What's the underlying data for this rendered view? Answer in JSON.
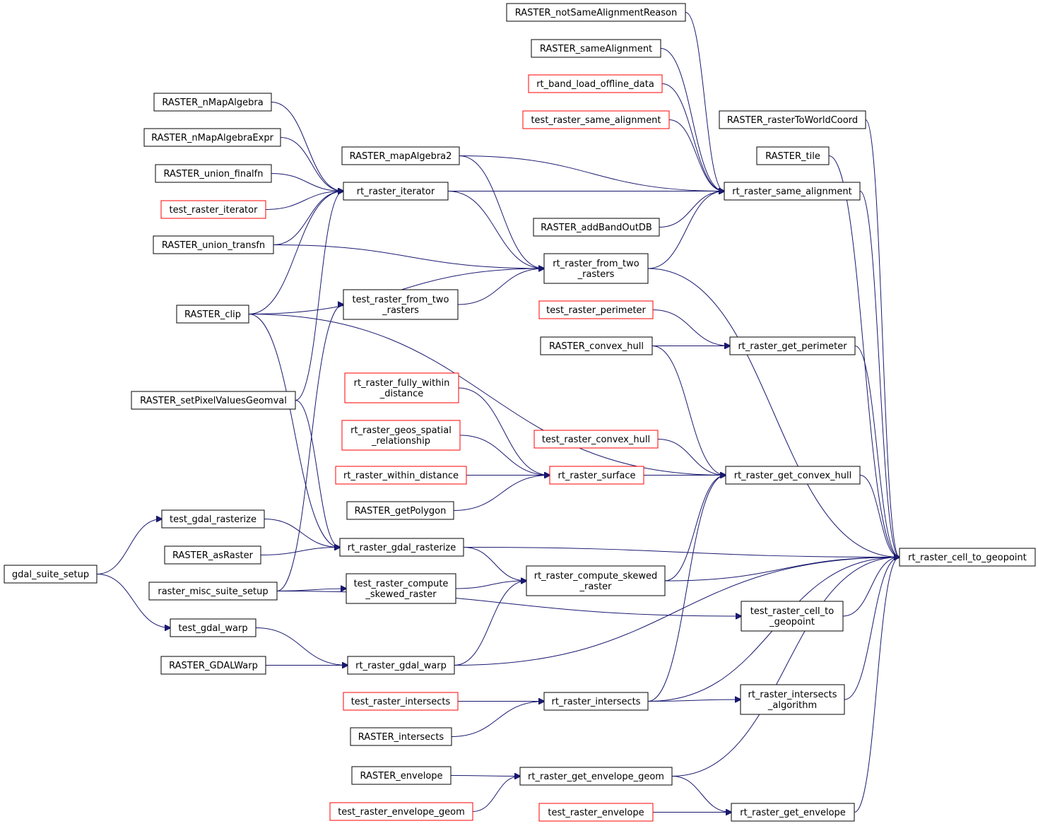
{
  "colors": {
    "edge": "#191970",
    "border_default": "#000000",
    "border_undocumented": "#ff0000",
    "root_fill": "#bfbfbf"
  },
  "nodes": {
    "root": {
      "label": [
        "rt_raster_cell_to_geopoint"
      ],
      "kind": "root"
    },
    "nsar": {
      "label": [
        "RASTER_notSameAlignmentReason"
      ],
      "kind": "black"
    },
    "rsa": {
      "label": [
        "RASTER_sameAlignment"
      ],
      "kind": "black"
    },
    "blod": {
      "label": [
        "rt_band_load_offline_data"
      ],
      "kind": "red"
    },
    "trsa": {
      "label": [
        "test_raster_same_alignment"
      ],
      "kind": "red"
    },
    "rtwc": {
      "label": [
        "RASTER_rasterToWorldCoord"
      ],
      "kind": "black"
    },
    "rtile": {
      "label": [
        "RASTER_tile"
      ],
      "kind": "black"
    },
    "rnma": {
      "label": [
        "RASTER_nMapAlgebra"
      ],
      "kind": "black"
    },
    "rnmae": {
      "label": [
        "RASTER_nMapAlgebraExpr"
      ],
      "kind": "black"
    },
    "rmap2": {
      "label": [
        "RASTER_mapAlgebra2"
      ],
      "kind": "black"
    },
    "ruf": {
      "label": [
        "RASTER_union_finalfn"
      ],
      "kind": "black"
    },
    "rit": {
      "label": [
        "rt_raster_iterator"
      ],
      "kind": "black"
    },
    "rsame": {
      "label": [
        "rt_raster_same_alignment"
      ],
      "kind": "black"
    },
    "tri": {
      "label": [
        "test_raster_iterator"
      ],
      "kind": "red"
    },
    "rabo": {
      "label": [
        "RASTER_addBandOutDB"
      ],
      "kind": "black"
    },
    "rut": {
      "label": [
        "RASTER_union_transfn"
      ],
      "kind": "black"
    },
    "rftr": {
      "label": [
        "rt_raster_from_two",
        "_rasters"
      ],
      "kind": "black"
    },
    "trftr": {
      "label": [
        "test_raster_from_two",
        "_rasters"
      ],
      "kind": "black"
    },
    "rclip": {
      "label": [
        "RASTER_clip"
      ],
      "kind": "black"
    },
    "trp": {
      "label": [
        "test_raster_perimeter"
      ],
      "kind": "red"
    },
    "rch": {
      "label": [
        "RASTER_convex_hull"
      ],
      "kind": "black"
    },
    "rgp": {
      "label": [
        "rt_raster_get_perimeter"
      ],
      "kind": "black"
    },
    "rfwd": {
      "label": [
        "rt_raster_fully_within",
        "_distance"
      ],
      "kind": "red"
    },
    "rspv": {
      "label": [
        "RASTER_setPixelValuesGeomval"
      ],
      "kind": "black"
    },
    "rgsr": {
      "label": [
        "rt_raster_geos_spatial",
        "_relationship"
      ],
      "kind": "red"
    },
    "trch": {
      "label": [
        "test_raster_convex_hull"
      ],
      "kind": "red"
    },
    "rwd": {
      "label": [
        "rt_raster_within_distance"
      ],
      "kind": "red"
    },
    "rsurf": {
      "label": [
        "rt_raster_surface"
      ],
      "kind": "red"
    },
    "rgch": {
      "label": [
        "rt_raster_get_convex_hull"
      ],
      "kind": "black"
    },
    "rgpoly": {
      "label": [
        "RASTER_getPolygon"
      ],
      "kind": "black"
    },
    "tgr": {
      "label": [
        "test_gdal_rasterize"
      ],
      "kind": "black"
    },
    "rasr": {
      "label": [
        "RASTER_asRaster"
      ],
      "kind": "black"
    },
    "rgr": {
      "label": [
        "rt_raster_gdal_rasterize"
      ],
      "kind": "black"
    },
    "gss": {
      "label": [
        "gdal_suite_setup"
      ],
      "kind": "black"
    },
    "rmss": {
      "label": [
        "raster_misc_suite_setup"
      ],
      "kind": "black"
    },
    "trcsr": {
      "label": [
        "test_raster_compute",
        "_skewed_raster"
      ],
      "kind": "black"
    },
    "rcsr": {
      "label": [
        "rt_raster_compute_skewed",
        "_raster"
      ],
      "kind": "black"
    },
    "trctg": {
      "label": [
        "test_raster_cell_to",
        "_geopoint"
      ],
      "kind": "black"
    },
    "tgw": {
      "label": [
        "test_gdal_warp"
      ],
      "kind": "black"
    },
    "rgdw": {
      "label": [
        "RASTER_GDALWarp"
      ],
      "kind": "black"
    },
    "rgw": {
      "label": [
        "rt_raster_gdal_warp"
      ],
      "kind": "black"
    },
    "ria": {
      "label": [
        "rt_raster_intersects",
        "_algorithm"
      ],
      "kind": "black"
    },
    "tri2": {
      "label": [
        "test_raster_intersects"
      ],
      "kind": "red"
    },
    "rint": {
      "label": [
        "rt_raster_intersects"
      ],
      "kind": "black"
    },
    "rints": {
      "label": [
        "RASTER_intersects"
      ],
      "kind": "black"
    },
    "renv": {
      "label": [
        "RASTER_envelope"
      ],
      "kind": "black"
    },
    "rgeg": {
      "label": [
        "rt_raster_get_envelope_geom"
      ],
      "kind": "black"
    },
    "treg": {
      "label": [
        "test_raster_envelope_geom"
      ],
      "kind": "red"
    },
    "tre": {
      "label": [
        "test_raster_envelope"
      ],
      "kind": "red"
    },
    "rge": {
      "label": [
        "rt_raster_get_envelope"
      ],
      "kind": "black"
    }
  },
  "edges": [
    [
      "nsar",
      "rsame"
    ],
    [
      "rsa",
      "rsame"
    ],
    [
      "blod",
      "rsame"
    ],
    [
      "trsa",
      "rsame"
    ],
    [
      "rmap2",
      "rsame"
    ],
    [
      "rit",
      "rsame"
    ],
    [
      "rabo",
      "rsame"
    ],
    [
      "rftr",
      "rsame"
    ],
    [
      "rnma",
      "rit"
    ],
    [
      "rnmae",
      "rit"
    ],
    [
      "ruf",
      "rit"
    ],
    [
      "tri",
      "rit"
    ],
    [
      "rut",
      "rit"
    ],
    [
      "rclip",
      "rit"
    ],
    [
      "rspv",
      "rit"
    ],
    [
      "rmap2",
      "rftr"
    ],
    [
      "rit",
      "rftr"
    ],
    [
      "rut",
      "rftr"
    ],
    [
      "rclip",
      "rftr"
    ],
    [
      "trftr",
      "rftr"
    ],
    [
      "rmss",
      "trftr"
    ],
    [
      "trp",
      "rgp"
    ],
    [
      "rch",
      "rgp"
    ],
    [
      "rch",
      "rgch"
    ],
    [
      "rclip",
      "rgch"
    ],
    [
      "trch",
      "rgch"
    ],
    [
      "rsurf",
      "rgch"
    ],
    [
      "rcsr",
      "rgch"
    ],
    [
      "rint",
      "rgch"
    ],
    [
      "rfwd",
      "rsurf"
    ],
    [
      "rgsr",
      "rsurf"
    ],
    [
      "rwd",
      "rsurf"
    ],
    [
      "rgpoly",
      "rsurf"
    ],
    [
      "tgr",
      "rgr"
    ],
    [
      "rasr",
      "rgr"
    ],
    [
      "rclip",
      "rgr"
    ],
    [
      "rspv",
      "rgr"
    ],
    [
      "gss",
      "tgr"
    ],
    [
      "gss",
      "tgw"
    ],
    [
      "rgr",
      "rcsr"
    ],
    [
      "trcsr",
      "rcsr"
    ],
    [
      "rgw",
      "rcsr"
    ],
    [
      "rmss",
      "trcsr"
    ],
    [
      "rmss",
      "trctg"
    ],
    [
      "tgw",
      "rgw"
    ],
    [
      "rgdw",
      "rgw"
    ],
    [
      "rint",
      "ria"
    ],
    [
      "tri2",
      "rint"
    ],
    [
      "rints",
      "rint"
    ],
    [
      "renv",
      "rgeg"
    ],
    [
      "treg",
      "rgeg"
    ],
    [
      "rgeg",
      "rge"
    ],
    [
      "tre",
      "rge"
    ],
    [
      "rtwc",
      "root"
    ],
    [
      "rtile",
      "root"
    ],
    [
      "rsame",
      "root"
    ],
    [
      "rftr",
      "root"
    ],
    [
      "rgp",
      "root"
    ],
    [
      "rgch",
      "root"
    ],
    [
      "rgr",
      "root"
    ],
    [
      "rcsr",
      "root"
    ],
    [
      "trctg",
      "root"
    ],
    [
      "rgw",
      "root"
    ],
    [
      "ria",
      "root"
    ],
    [
      "rint",
      "root"
    ],
    [
      "rgeg",
      "root"
    ],
    [
      "rge",
      "root"
    ]
  ]
}
